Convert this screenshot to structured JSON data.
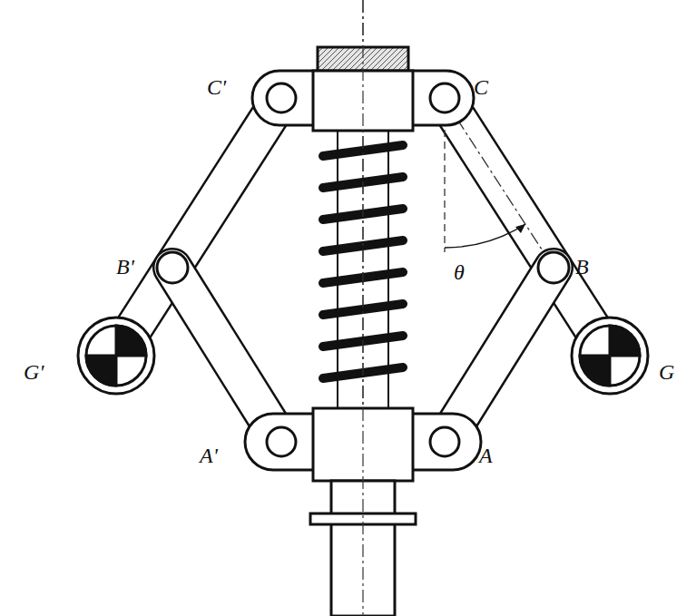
{
  "diagram": {
    "labels": [
      "C'",
      "C",
      "B'",
      "B",
      "θ",
      "G'",
      "G",
      "A'",
      "A"
    ]
  }
}
